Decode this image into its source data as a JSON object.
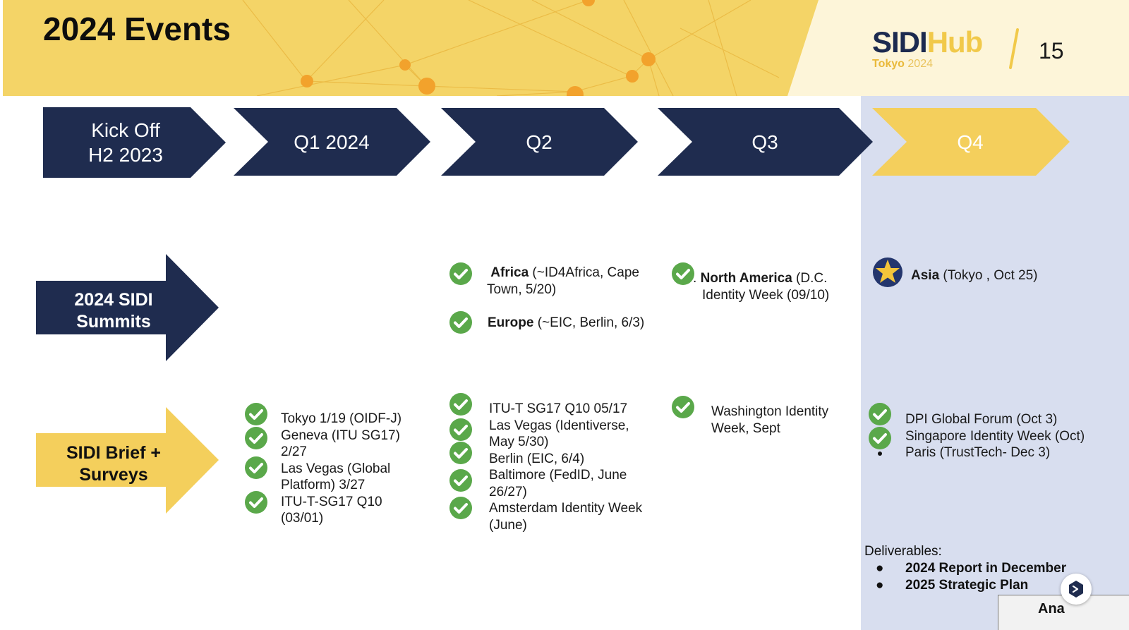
{
  "slide": {
    "title": "2024 Events",
    "page_number": "15",
    "logo": {
      "main_left": "SIDI",
      "main_right": "Hub",
      "sub_left": "Tokyo",
      "sub_right": "2024"
    }
  },
  "timeline": {
    "kickoff": "Kick Off\n H2 2023",
    "q1": "Q1 2024",
    "q2": "Q2",
    "q3": "Q3",
    "q4": "Q4"
  },
  "rows": {
    "summits": "2024 SIDI\nSummits",
    "brief": "SIDI Brief +\nSurveys"
  },
  "summits": {
    "q2_africa": {
      "bold": "Africa",
      "rest": " (~ID4Africa, Cape",
      "line2": "Town, 5/20)"
    },
    "q2_europe": {
      "bold": "Europe",
      "rest": " (~EIC, Berlin, 6/3)"
    },
    "q3_na": {
      "prefix": ". ",
      "bold": "North  America",
      "rest": " (D.C.",
      "line2": "Identity Week (09/10)"
    },
    "q4_asia": {
      "bold": "Asia",
      "rest": " (Tokyo , Oct 25)"
    }
  },
  "brief": {
    "q1": [
      "Tokyo 1/19 (OIDF-J)",
      "Geneva (ITU SG17)",
      "2/27",
      "Las Vegas (Global",
      "Platform)  3/27",
      "ITU-T-SG17 Q10",
      "(03/01)"
    ],
    "q2": [
      "ITU-T SG17 Q10 05/17",
      "Las Vegas (Identiverse,",
      "May 5/30)",
      "Berlin (EIC, 6/4)",
      "Baltimore (FedID, June",
      "26/27)",
      "Amsterdam Identity Week",
      "(June)"
    ],
    "q3": [
      "Washington Identity",
      "Week, Sept"
    ],
    "q4": [
      "DPI Global Forum (Oct 3)",
      "Singapore Identity Week (Oct)",
      "Paris (TrustTech-  Dec 3)"
    ]
  },
  "deliverables": {
    "heading": "Deliverables:",
    "items": [
      "2024 Report in December",
      "2025 Strategic Plan"
    ],
    "bullet": "●"
  },
  "overlay": {
    "tab_label": "Ana"
  },
  "colors": {
    "navy": "#1f2c4f",
    "yellow": "#f4cf5c",
    "check_green": "#5aa84a",
    "q4_panel": "#d8deef"
  },
  "icons": {
    "check": "check-circle-icon",
    "star": "star-badge-icon",
    "fab": "assistant-chat-icon"
  }
}
